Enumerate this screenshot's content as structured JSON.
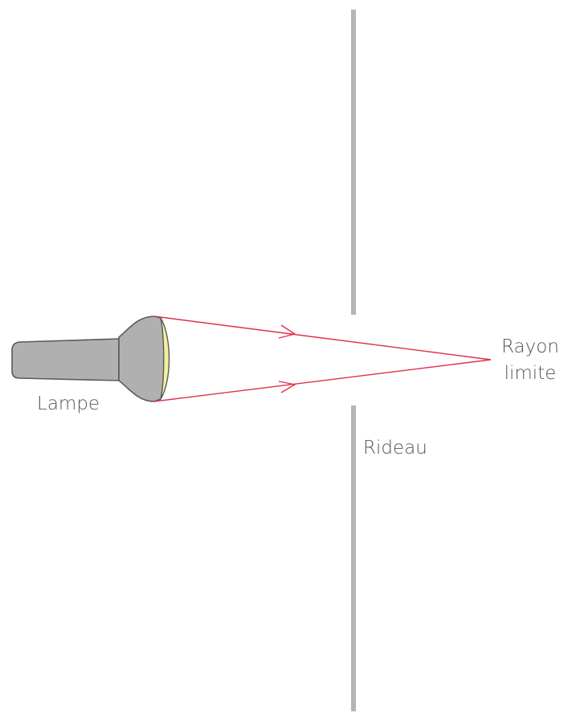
{
  "labels": {
    "lamp": "Lampe",
    "ray_line1": "Rayon",
    "ray_line2": "limite",
    "curtain": "Rideau"
  },
  "colors": {
    "curtain": "#b5b5b5",
    "lamp_body": "#b0b0b0",
    "lamp_outline": "#5a5a5a",
    "lens": "#f2f0a0",
    "ray": "#e0304a",
    "text": "#555555"
  }
}
